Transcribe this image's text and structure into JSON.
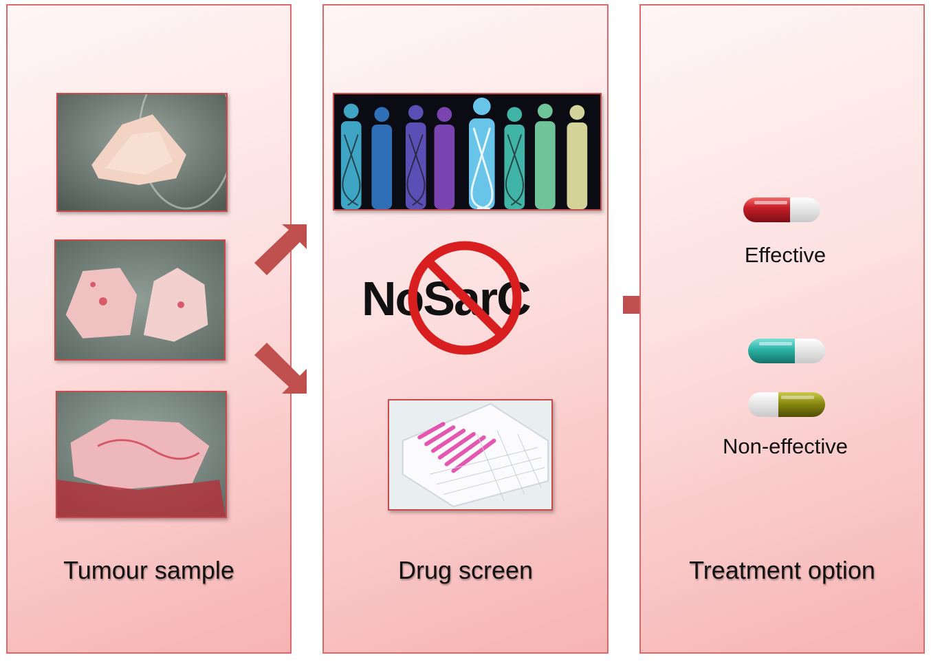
{
  "panels": {
    "tumour": {
      "caption": "Tumour sample"
    },
    "screen": {
      "caption": "Drug screen",
      "logo_text": "NoSarC"
    },
    "treatment": {
      "caption": "Treatment option",
      "effective_label": "Effective",
      "non_effective_label": "Non-effective"
    }
  },
  "colors": {
    "panel_border": "#d86a6a",
    "arrow": "#c0504d",
    "pill_red": "#c8202a",
    "pill_teal": "#2bb3a6",
    "pill_olive": "#8a8a10",
    "prohibition_red": "#d81e1e"
  },
  "icons": [
    "tumour-photo",
    "dna-people-image",
    "prohibition-sign",
    "well-plate-image",
    "capsule-icon",
    "arrow-icon"
  ]
}
